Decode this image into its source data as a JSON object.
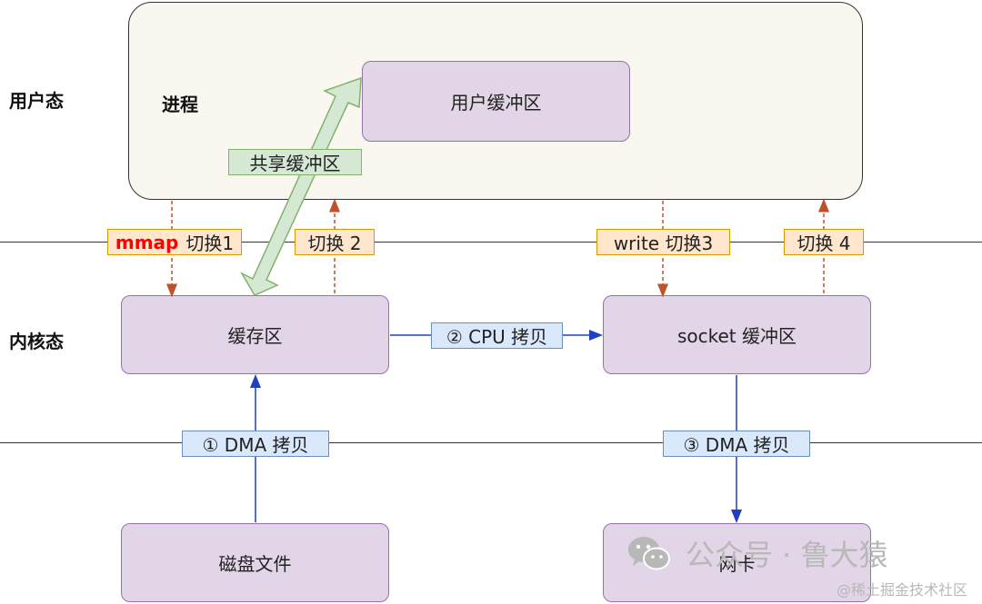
{
  "zones": {
    "user": "用户态",
    "kernel": "内核态"
  },
  "process": {
    "label": "进程",
    "user_buffer": "用户缓冲区"
  },
  "boxes": {
    "cache": "缓存区",
    "socket_buffer": "socket 缓冲区",
    "disk_file": "磁盘文件",
    "nic": "网卡"
  },
  "shared": "共享缓冲区",
  "switches": {
    "s1_keyword": "mmap",
    "s1_rest": "切换1",
    "s2": "切换 2",
    "s3": "write 切换3",
    "s4": "切换 4"
  },
  "copies": {
    "dma1": "① DMA 拷贝",
    "cpu2": "② CPU 拷贝",
    "dma3": "③ DMA 拷贝"
  },
  "watermark": {
    "main": "公众号 · 鲁大猿",
    "sub": "@稀土掘金技术社区",
    "icon": "wechat-icon"
  },
  "colors": {
    "process_bg": "#f9f7ef",
    "box_fill": "#e1d5e7",
    "box_stroke": "#9673a6",
    "switch_tag": "#ffe6cc",
    "copy_tag": "#dae8fc",
    "shared_tag": "#d5e8d4",
    "dashed_arrow": "#c0502a",
    "solid_arrow": "#1f3fbf",
    "mmap_text": "#ff0000"
  }
}
